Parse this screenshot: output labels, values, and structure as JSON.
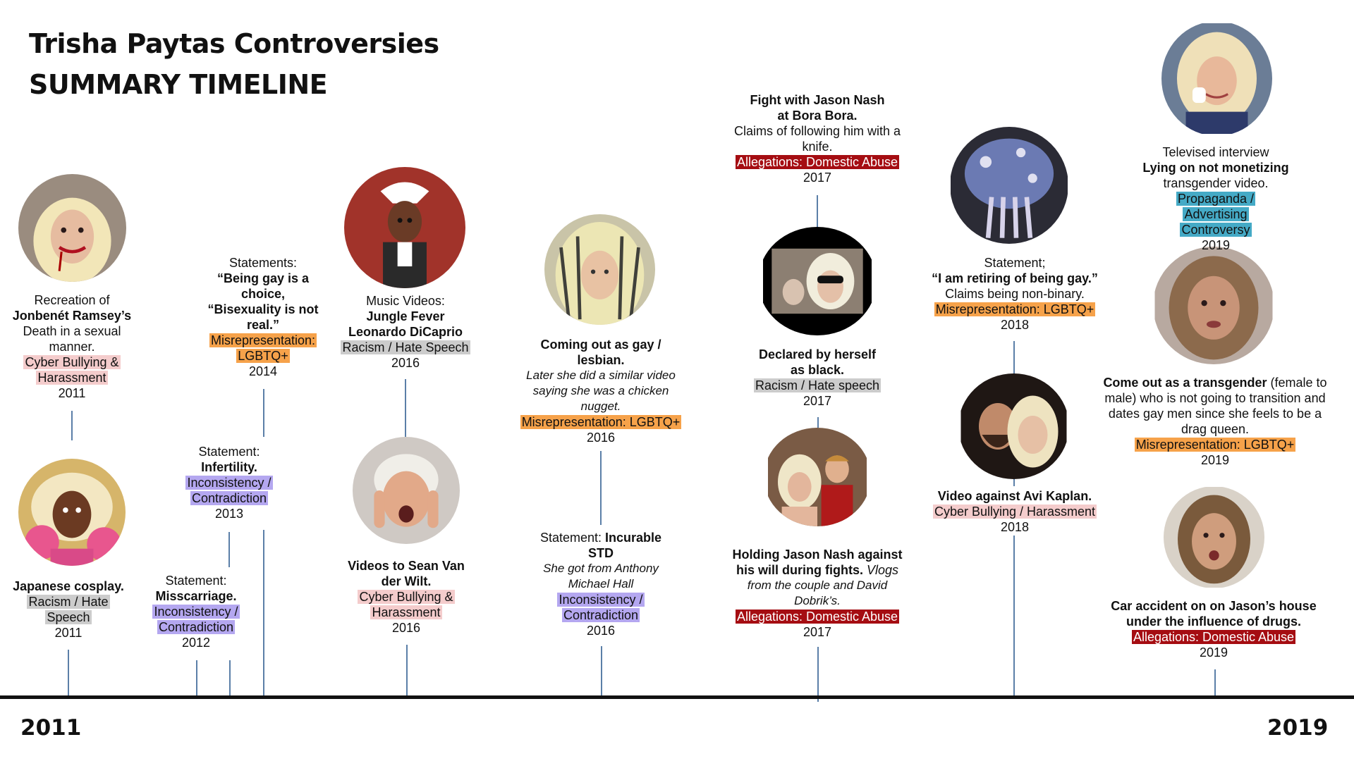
{
  "header": {
    "title": "Trisha Paytas Controversies",
    "subtitle": "SUMMARY TIMELINE"
  },
  "axis": {
    "start": "2011",
    "end": "2019"
  },
  "colors": {
    "cyber_bullying": "#f4cccc",
    "racism": "#cccccc",
    "lgbtq": "#f6a24a",
    "inconsistency": "#b4a7f0",
    "domestic_abuse": "#a50d12",
    "propaganda": "#45aac6",
    "axis": "#111111",
    "connector": "#5b7fa8"
  },
  "events": {
    "jonbenet": {
      "l1": "Recreation  of",
      "b1": "Jonbenét Ramsey’s",
      "l2": "Death in a sexual",
      "l3": "manner.",
      "tag": "Cyber Bullying & Harassment",
      "year": "2011"
    },
    "cosplay": {
      "b1": "Japanese cosplay.",
      "tag": "Racism / Hate Speech",
      "year": "2011"
    },
    "miscarriage": {
      "l1": "Statement:",
      "b1": "Misscarriage.",
      "tag": "Inconsistency / Contradiction",
      "year": "2012"
    },
    "infertility": {
      "l1": "Statement:",
      "b1": "Infertility.",
      "tag": "Inconsistency / Contradiction",
      "year": "2013"
    },
    "bisexuality": {
      "l1": "Statements:",
      "b1": "“Being gay is a",
      "b2": "choice,",
      "b3": "“Bisexuality is not",
      "b4": "real.”",
      "tag": "Misrepresentation: LGBTQ+",
      "year": "2014"
    },
    "jungle_fever": {
      "l1": "Music Videos:",
      "b1": "Jungle Fever",
      "b2": "Leonardo DiCaprio",
      "tag": "Racism / Hate Speech",
      "year": "2016"
    },
    "sean_van_der_wilt": {
      "b1": "Videos to Sean Van",
      "b2": "der Wilt.",
      "tag": "Cyber Bullying & Harassment",
      "year": "2016"
    },
    "coming_out": {
      "b1": "Coming out as gay /",
      "b2": "lesbian.",
      "i1": "Later she did a similar video",
      "i2": "saying she was a chicken",
      "i3": "nugget.",
      "tag": "Misrepresentation: LGBTQ+",
      "year": "2016"
    },
    "std": {
      "l1": "Statement: ",
      "b1": "Incurable",
      "b2": "STD",
      "i1": "She got from Anthony",
      "i2": "Michael Hall",
      "tag": "Inconsistency / Contradiction",
      "year": "2016"
    },
    "bora_bora": {
      "b1": "Fight with Jason Nash",
      "b2": "at Bora Bora.",
      "l1": "Claims of following him with a",
      "l2": "knife.",
      "tag": "Allegations: Domestic Abuse",
      "year": "2017"
    },
    "black": {
      "b1": "Declared by herself",
      "b2": "as black.",
      "tag": "Racism / Hate speech",
      "year": "2017"
    },
    "holding_jason": {
      "b1": "Holding Jason Nash against",
      "b2": "his will during fights. ",
      "i1": "Vlogs",
      "i2": "from the couple and David",
      "i3": "Dobrik’s.",
      "tag": "Allegations: Domestic Abuse",
      "year": "2017"
    },
    "retiring_gay": {
      "l1": "Statement;",
      "b1": "“I am retiring of being gay.”",
      "l2": "Claims being non-binary.",
      "tag": "Misrepresentation: LGBTQ+",
      "year": "2018"
    },
    "avi_kaplan": {
      "b1": "Video against Avi Kaplan.",
      "tag": "Cyber Bullying / Harassment",
      "year": "2018"
    },
    "televised": {
      "l1": "Televised interview",
      "b1": "Lying on not monetizing",
      "l2": "transgender video.",
      "tag": "Propaganda / Advertising Controversy",
      "year": "2019"
    },
    "transgender": {
      "b1": "Come out as a transgender",
      "l1": " (female to",
      "l2": "male) who is not going to transition and",
      "l3": "dates gay men since she feels to be a",
      "l4": "drag queen.",
      "tag": "Misrepresentation: LGBTQ+",
      "year": "2019"
    },
    "car_accident": {
      "b1": "Car accident on on Jason’s house",
      "b2": "under the influence of drugs.",
      "tag": "Allegations: Domestic Abuse",
      "year": "2019"
    }
  }
}
